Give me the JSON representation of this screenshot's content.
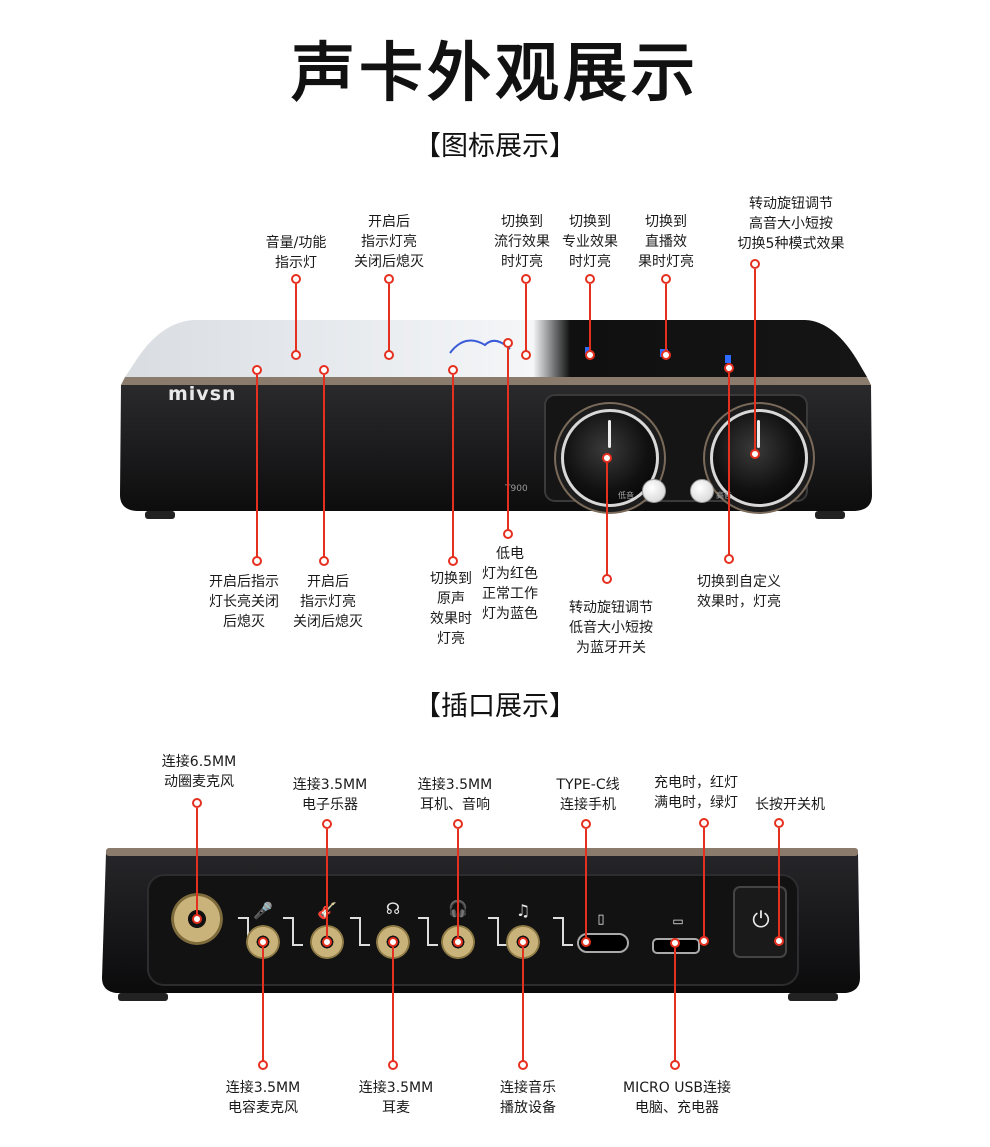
{
  "page_title": "声卡外观展示",
  "sections": {
    "icons": "【图标展示】",
    "ports": "【插口展示】"
  },
  "brand": "mivsn",
  "model": "T900",
  "knob_labels": {
    "bass": "低音",
    "treble": "高音"
  },
  "top_labels": {
    "volume": "音量/功能\n指示灯",
    "on_light": "开启后\n指示灯亮\n关闭后熄灭",
    "pop": "切换到\n流行效果\n时灯亮",
    "pro": "切换到\n专业效果\n时灯亮",
    "live": "切换到\n直播效\n果时灯亮",
    "treble_knob": "转动旋钮调节\n高音大小短按\n切换5种模式效果"
  },
  "bottom_labels": {
    "long_on": "开启后指示\n灯长亮关闭\n后熄灭",
    "on_light2": "开启后\n指示灯亮\n关闭后熄灭",
    "original": "切换到\n原声\n效果时\n灯亮",
    "battery": "低电\n灯为红色\n正常工作\n灯为蓝色",
    "bass_knob": "转动旋钮调节\n低音大小短按\n为蓝牙开关",
    "custom": "切换到自定义\n效果时，灯亮"
  },
  "port_top_labels": {
    "mic65": "连接6.5MM\n动圈麦克风",
    "instrument": "连接3.5MM\n电子乐器",
    "earphone": "连接3.5MM\n耳机、音响",
    "typec": "TYPE-C线\n连接手机",
    "charge": "充电时，红灯\n满电时，绿灯",
    "power": "长按开关机"
  },
  "port_bottom_labels": {
    "condenser": "连接3.5MM\n电容麦克风",
    "headset": "连接3.5MM\n耳麦",
    "music": "连接音乐\n播放设备",
    "microusb": "MICRO USB连接\n电脑、充电器"
  },
  "colors": {
    "accent_line": "#e53020",
    "device_body": "#1b1b1d",
    "jack_gold": "#c9b37a"
  }
}
